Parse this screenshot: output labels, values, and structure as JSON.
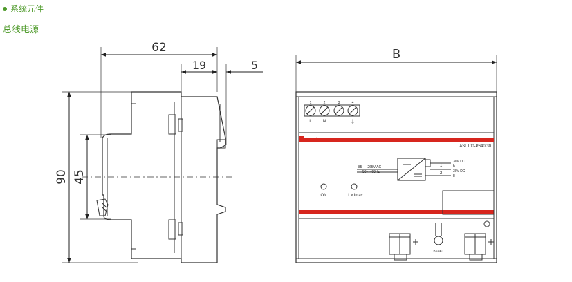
{
  "breadcrumb": {
    "label": "系统元件"
  },
  "section": {
    "title": "总线电源"
  },
  "side_view": {
    "dims": {
      "total_depth": "62",
      "mid_depth": "19",
      "front_depth": "5",
      "height": "90",
      "rail_height": "45"
    }
  },
  "front_view": {
    "dims": {
      "width": "B"
    },
    "terminals": [
      {
        "num": "1",
        "label": "L"
      },
      {
        "num": "2",
        "label": "N"
      },
      {
        "num": "3",
        "label": ""
      },
      {
        "num": "4",
        "label": "⏚"
      }
    ],
    "brand": "Acrel",
    "model": "ASL100-P640/30",
    "input_rating": {
      "line1": "85 ··· 265V AC",
      "line2": "50 ··· 60Hz"
    },
    "outputs": [
      {
        "num": "1",
        "line1": "30V DC",
        "line2": "h"
      },
      {
        "num": "2",
        "line1": "30V DC",
        "line2": "II"
      }
    ],
    "indicators": {
      "on": "ON",
      "overload": "I > Imax"
    },
    "reset_label": "RESET",
    "colors": {
      "accent": "#d7261e",
      "brand_text": "#4e9a2a"
    }
  }
}
